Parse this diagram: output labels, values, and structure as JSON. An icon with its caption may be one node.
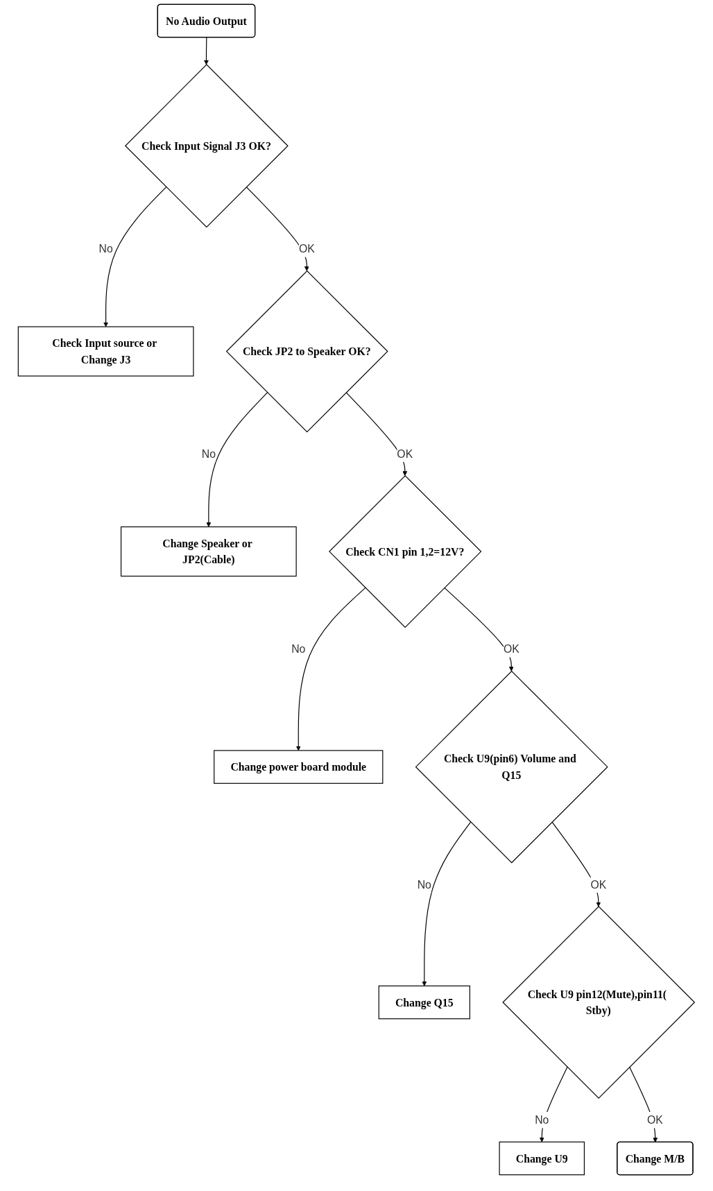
{
  "diagram": {
    "nodes": [
      {
        "text": [
          "No Audio Output"
        ]
      },
      {
        "text": [
          "Check Input Signal J3 OK?"
        ]
      },
      {
        "text": [
          "Check Input source or Change J3"
        ]
      },
      {
        "text": [
          "Check JP2 to Speaker OK?"
        ]
      },
      {
        "text": [
          "Change Speaker or JP2(Cable)"
        ]
      },
      {
        "text": [
          "Check CN1 pin 1,2=12V?"
        ]
      },
      {
        "text": [
          "Change power board module"
        ]
      },
      {
        "text": [
          "Check U9(pin6) Volume and Q15"
        ]
      },
      {
        "text": [
          "Change Q15"
        ]
      },
      {
        "text": [
          "Check U9 pin12(Mute),pin11( Stby)"
        ]
      },
      {
        "text": [
          "Change U9"
        ]
      },
      {
        "text": [
          "Change M/B"
        ]
      }
    ],
    "edges": [
      {
        "from": 0,
        "to": 1,
        "arrow": "to"
      },
      {
        "from": 1,
        "to": 2,
        "arrow": "to",
        "label": "No"
      },
      {
        "from": 1,
        "to": 3,
        "arrow": "to",
        "label": "OK"
      },
      {
        "from": 3,
        "to": 4,
        "arrow": "to",
        "label": "No"
      },
      {
        "from": 3,
        "to": 5,
        "arrow": "to",
        "label": "OK"
      },
      {
        "from": 5,
        "to": 6,
        "arrow": "to",
        "label": "No"
      },
      {
        "from": 5,
        "to": 7,
        "arrow": "to",
        "label": "OK"
      },
      {
        "from": 7,
        "to": 8,
        "arrow": "to",
        "label": "No"
      },
      {
        "from": 7,
        "to": 9,
        "arrow": "to",
        "label": "OK"
      },
      {
        "from": 9,
        "to": 10,
        "arrow": "to",
        "label": "No"
      },
      {
        "from": 9,
        "to": 11,
        "arrow": "to",
        "label": "OK"
      }
    ]
  }
}
